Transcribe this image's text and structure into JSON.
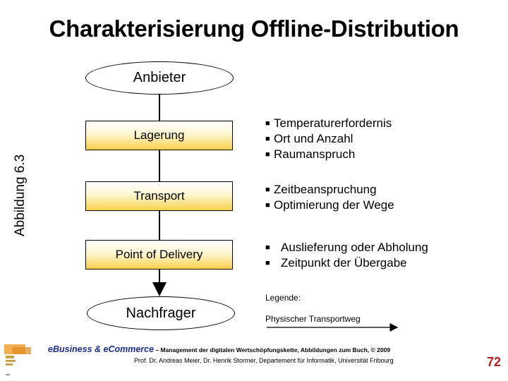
{
  "title": "Charakterisierung Offline-Distribution",
  "figure_label": "Abbildung 6.3",
  "diagram": {
    "top_node": "Anbieter",
    "bottom_node": "Nachfrager",
    "steps": [
      "Lagerung",
      "Transport",
      "Point of Delivery"
    ]
  },
  "details": {
    "lagerung": [
      "Temperaturerfordernis",
      "Ort und Anzahl",
      "Raumanspruch"
    ],
    "transport": [
      "Zeitbeanspruchung",
      "Optimierung der Wege"
    ],
    "delivery": [
      "Auslieferung oder Abholung",
      "Zeitpunkt der Übergabe"
    ]
  },
  "legend": {
    "title": "Legende:",
    "item": "Physischer Transportweg"
  },
  "footer": {
    "book_title": "eBusiness & eCommerce",
    "subtitle": " – Management der digitalen Wertschöpfungskette, Abbildungen zum Buch, © 2009",
    "authors": "Prof. Dr. Andreas Meier, Dr. Henrik Stormer, Departement für Informatik, Universität Fribourg",
    "page_number": "72"
  },
  "colors": {
    "box_gradient_end": "#f8d04a",
    "footer_title": "#1a2a8c",
    "page_number": "#b22020",
    "logo_orange": "#f0a030"
  }
}
